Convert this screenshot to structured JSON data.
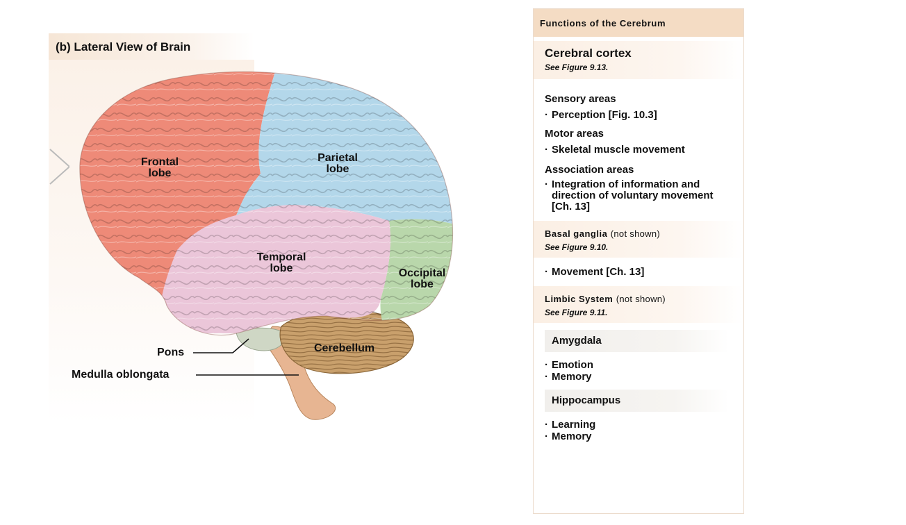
{
  "figure": {
    "panel_title": "(b) Lateral View of Brain",
    "labels": {
      "frontal": "Frontal\nlobe",
      "parietal": "Parietal\nlobe",
      "temporal": "Temporal\nlobe",
      "occipital": "Occipital\nlobe",
      "cerebellum": "Cerebellum",
      "pons": "Pons",
      "medulla": "Medulla oblongata"
    },
    "colors": {
      "frontal": "#ee8a78",
      "parietal": "#b3d7ea",
      "temporal": "#ebc6d9",
      "occipital": "#b9d7ab",
      "cerebellum": "#c9a06c",
      "brainstem": "#e7b592",
      "pons": "#cfd7c5"
    }
  },
  "table": {
    "header": "Functions of the Cerebrum",
    "cortex": {
      "title": "Cerebral cortex",
      "ref": "See Figure 9.13.",
      "groups": [
        {
          "name": "Sensory areas",
          "items": [
            "Perception [Fig. 10.3]"
          ]
        },
        {
          "name": "Motor areas",
          "items": [
            "Skeletal muscle movement"
          ]
        },
        {
          "name": "Association areas",
          "items": [
            "Integration of information and direction of voluntary movement [Ch. 13]"
          ]
        }
      ]
    },
    "basal": {
      "title": "Basal ganglia",
      "note": "(not shown)",
      "ref": "See Figure 9.10.",
      "items": [
        "Movement [Ch. 13]"
      ]
    },
    "limbic": {
      "title": "Limbic System",
      "note": "(not shown)",
      "ref": "See Figure 9.11.",
      "amygdala": {
        "name": "Amygdala",
        "items": [
          "Emotion",
          "Memory"
        ]
      },
      "hippocampus": {
        "name": "Hippocampus",
        "items": [
          "Learning",
          "Memory"
        ]
      }
    }
  }
}
